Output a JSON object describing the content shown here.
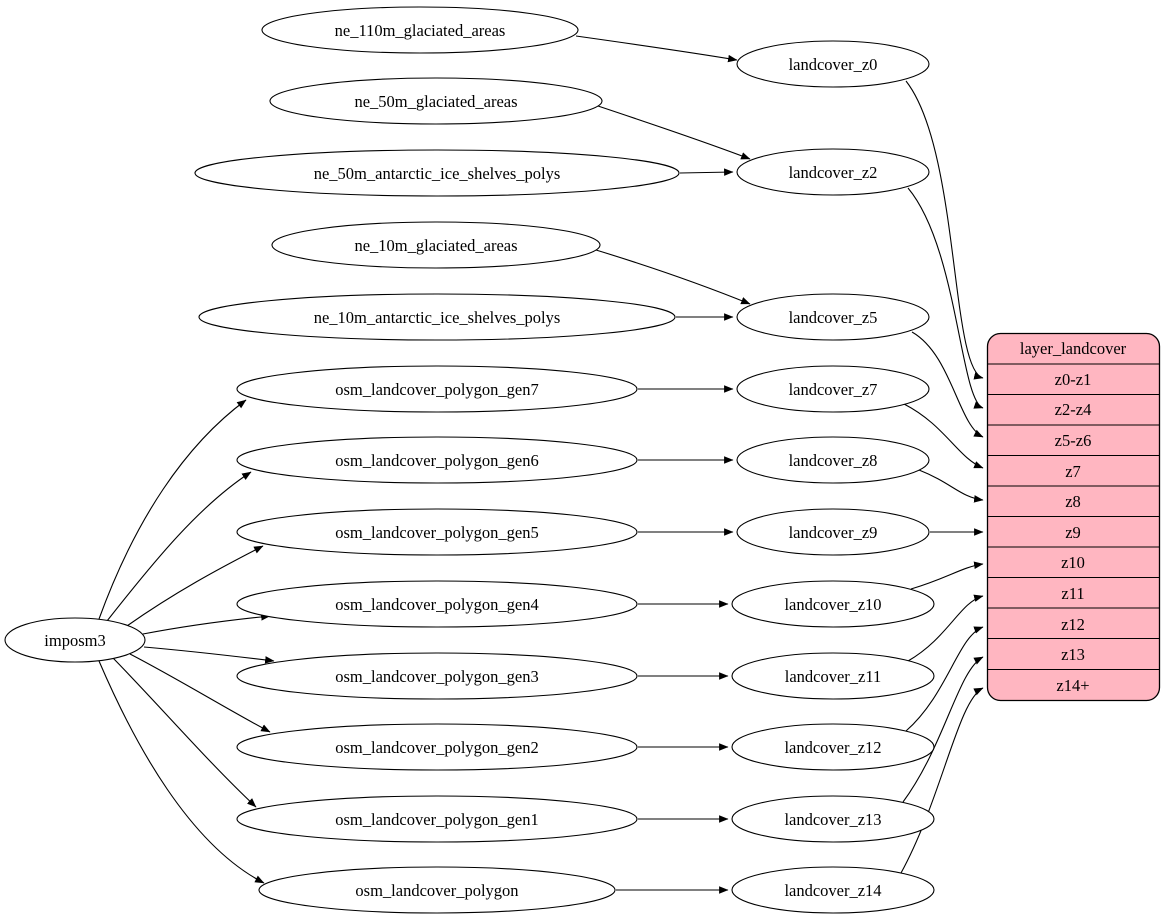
{
  "diagram": {
    "type": "graphviz-dependency-graph",
    "colors": {
      "background": "#ffffff",
      "node_fill": "#ffffff",
      "node_stroke": "#000000",
      "edge_color": "#000000",
      "record_fill": "#ffb6c1",
      "text_color": "#000000"
    },
    "root_node": {
      "label": "imposm3"
    },
    "source_nodes": [
      {
        "label": "ne_110m_glaciated_areas"
      },
      {
        "label": "ne_50m_glaciated_areas"
      },
      {
        "label": "ne_50m_antarctic_ice_shelves_polys"
      },
      {
        "label": "ne_10m_glaciated_areas"
      },
      {
        "label": "ne_10m_antarctic_ice_shelves_polys"
      },
      {
        "label": "osm_landcover_polygon_gen7"
      },
      {
        "label": "osm_landcover_polygon_gen6"
      },
      {
        "label": "osm_landcover_polygon_gen5"
      },
      {
        "label": "osm_landcover_polygon_gen4"
      },
      {
        "label": "osm_landcover_polygon_gen3"
      },
      {
        "label": "osm_landcover_polygon_gen2"
      },
      {
        "label": "osm_landcover_polygon_gen1"
      },
      {
        "label": "osm_landcover_polygon"
      }
    ],
    "generalized_nodes": [
      {
        "label": "landcover_z0"
      },
      {
        "label": "landcover_z2"
      },
      {
        "label": "landcover_z5"
      },
      {
        "label": "landcover_z7"
      },
      {
        "label": "landcover_z8"
      },
      {
        "label": "landcover_z9"
      },
      {
        "label": "landcover_z10"
      },
      {
        "label": "landcover_z11"
      },
      {
        "label": "landcover_z12"
      },
      {
        "label": "landcover_z13"
      },
      {
        "label": "landcover_z14"
      }
    ],
    "layer_table": {
      "title": "layer_landcover",
      "rows": [
        "z0-z1",
        "z2-z4",
        "z5-z6",
        "z7",
        "z8",
        "z9",
        "z10",
        "z11",
        "z12",
        "z13",
        "z14+"
      ]
    },
    "edges": [
      {
        "from": "imposm3",
        "to": "osm_landcover_polygon_gen7"
      },
      {
        "from": "imposm3",
        "to": "osm_landcover_polygon_gen6"
      },
      {
        "from": "imposm3",
        "to": "osm_landcover_polygon_gen5"
      },
      {
        "from": "imposm3",
        "to": "osm_landcover_polygon_gen4"
      },
      {
        "from": "imposm3",
        "to": "osm_landcover_polygon_gen3"
      },
      {
        "from": "imposm3",
        "to": "osm_landcover_polygon_gen2"
      },
      {
        "from": "imposm3",
        "to": "osm_landcover_polygon_gen1"
      },
      {
        "from": "imposm3",
        "to": "osm_landcover_polygon"
      },
      {
        "from": "ne_110m_glaciated_areas",
        "to": "landcover_z0"
      },
      {
        "from": "ne_50m_glaciated_areas",
        "to": "landcover_z2"
      },
      {
        "from": "ne_50m_antarctic_ice_shelves_polys",
        "to": "landcover_z2"
      },
      {
        "from": "ne_10m_glaciated_areas",
        "to": "landcover_z5"
      },
      {
        "from": "ne_10m_antarctic_ice_shelves_polys",
        "to": "landcover_z5"
      },
      {
        "from": "osm_landcover_polygon_gen7",
        "to": "landcover_z7"
      },
      {
        "from": "osm_landcover_polygon_gen6",
        "to": "landcover_z8"
      },
      {
        "from": "osm_landcover_polygon_gen5",
        "to": "landcover_z9"
      },
      {
        "from": "osm_landcover_polygon_gen4",
        "to": "landcover_z10"
      },
      {
        "from": "osm_landcover_polygon_gen3",
        "to": "landcover_z11"
      },
      {
        "from": "osm_landcover_polygon_gen2",
        "to": "landcover_z12"
      },
      {
        "from": "osm_landcover_polygon_gen1",
        "to": "landcover_z13"
      },
      {
        "from": "osm_landcover_polygon",
        "to": "landcover_z14"
      },
      {
        "from": "landcover_z0",
        "to": "layer_landcover.z0-z1"
      },
      {
        "from": "landcover_z2",
        "to": "layer_landcover.z2-z4"
      },
      {
        "from": "landcover_z5",
        "to": "layer_landcover.z5-z6"
      },
      {
        "from": "landcover_z7",
        "to": "layer_landcover.z7"
      },
      {
        "from": "landcover_z8",
        "to": "layer_landcover.z8"
      },
      {
        "from": "landcover_z9",
        "to": "layer_landcover.z9"
      },
      {
        "from": "landcover_z10",
        "to": "layer_landcover.z10"
      },
      {
        "from": "landcover_z11",
        "to": "layer_landcover.z11"
      },
      {
        "from": "landcover_z12",
        "to": "layer_landcover.z12"
      },
      {
        "from": "landcover_z13",
        "to": "layer_landcover.z13"
      },
      {
        "from": "landcover_z14",
        "to": "layer_landcover.z14+"
      }
    ]
  }
}
